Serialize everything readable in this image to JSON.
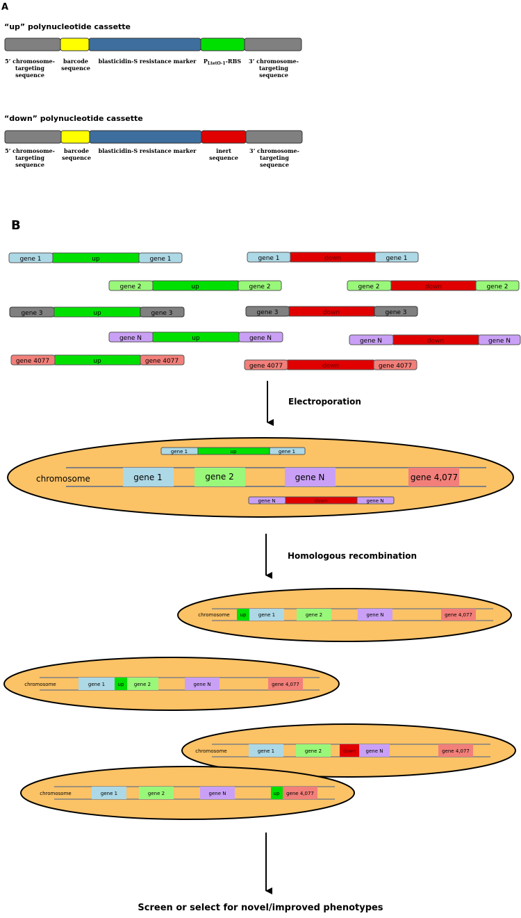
{
  "panel_a": {
    "label": "A",
    "up_title": "“up” polynucleotide cassette",
    "down_title": "“down” polynucleotide cassette",
    "five_prime": [
      "5’ chromosome-",
      "targeting",
      "sequence"
    ],
    "barcode": [
      "barcode",
      "sequence"
    ],
    "marker": "blasticidin-S resistance marker",
    "promoter_main": "P",
    "promoter_sub": "LtetO-1",
    "promoter_suffix": "-RBS",
    "inert": [
      "inert",
      "sequence"
    ],
    "three_prime": [
      "3’ chromosome-",
      "targeting",
      "sequence"
    ]
  },
  "panel_b": {
    "label": "B",
    "up_label": "up",
    "down_label": "down",
    "constructs_up": [
      "gene 1",
      "gene 2",
      "gene 3",
      "gene N",
      "gene 4077"
    ],
    "constructs_down": [
      "gene 1",
      "gene 2",
      "gene 3",
      "gene N",
      "gene 4077"
    ],
    "step1": "Electroporation",
    "step2": "Homologous recombination",
    "final": "Screen or select for novel/improved phenotypes",
    "cell": {
      "chromosome": "chromosome",
      "genes": [
        "gene 1",
        "gene 2",
        "gene N",
        "gene 4,077"
      ],
      "insert_up": [
        "gene 1",
        "up",
        "gene 1"
      ],
      "insert_down": [
        "gene N",
        "down",
        "gene N"
      ]
    },
    "small_cells": {
      "chromosome": "chromosome",
      "genes": [
        "gene 1",
        "gene 2",
        "gene N",
        "gene 4,077"
      ],
      "up": "up",
      "down": "down"
    }
  },
  "colors": {
    "gray": "#808080",
    "yellow": "#ffff00",
    "blue": "#3d6e9e",
    "green": "#00e000",
    "red": "#e00000",
    "cell": "#fbc266",
    "gene1": "#add8e6",
    "gene2": "#99f77a",
    "geneN": "#c9a0f5",
    "gene4077": "#f27f79"
  }
}
